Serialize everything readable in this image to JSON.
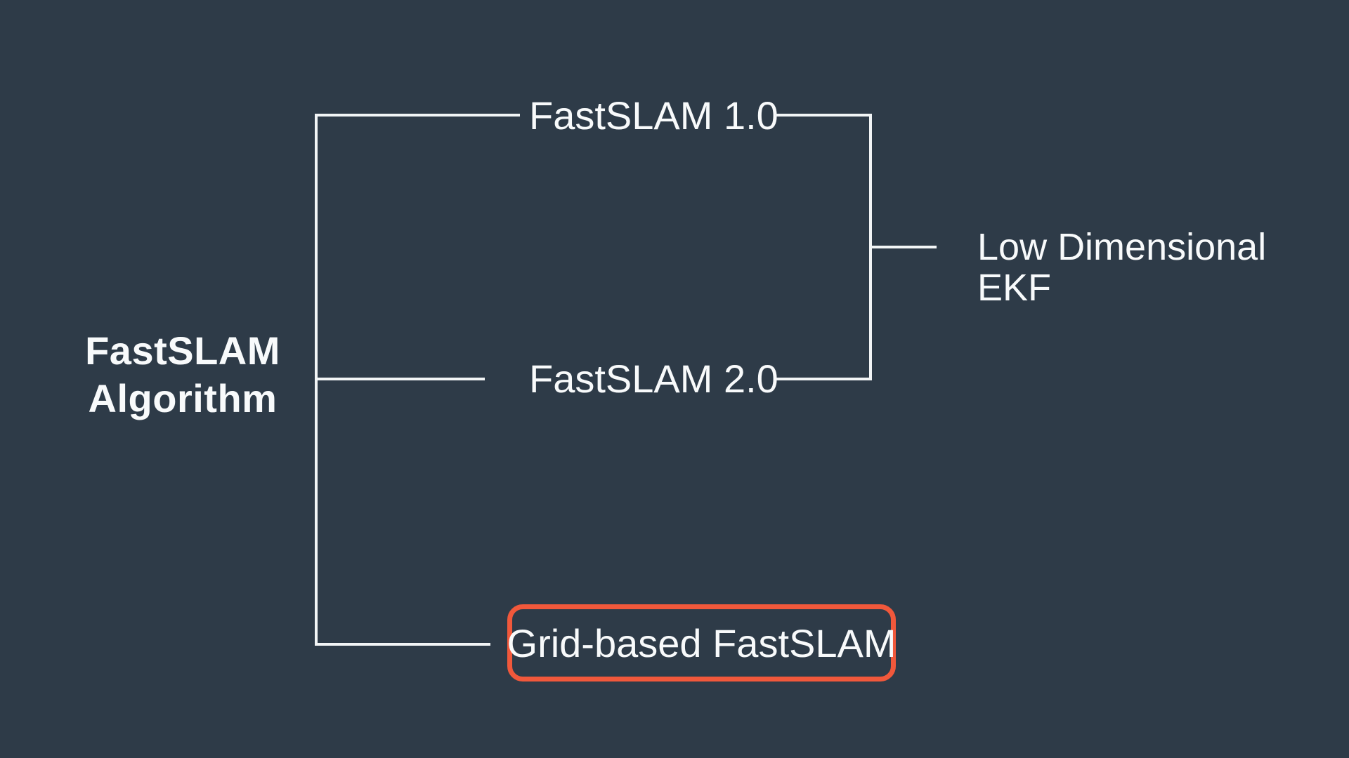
{
  "diagram": {
    "type": "tree",
    "root": {
      "label": "FastSLAM Algorithm"
    },
    "children": [
      {
        "label": "FastSLAM 1.0",
        "highlighted": false
      },
      {
        "label": "FastSLAM 2.0",
        "highlighted": false
      },
      {
        "label": "Grid-based FastSLAM",
        "highlighted": true
      }
    ],
    "merge_node": {
      "label": "Low Dimensional EKF",
      "note": "joined from FastSLAM 1.0 and FastSLAM 2.0"
    }
  },
  "colors": {
    "background": "#2e3b48",
    "line": "#f2f5f6",
    "text": "#f8fafb",
    "highlight_border": "#f1583b"
  }
}
